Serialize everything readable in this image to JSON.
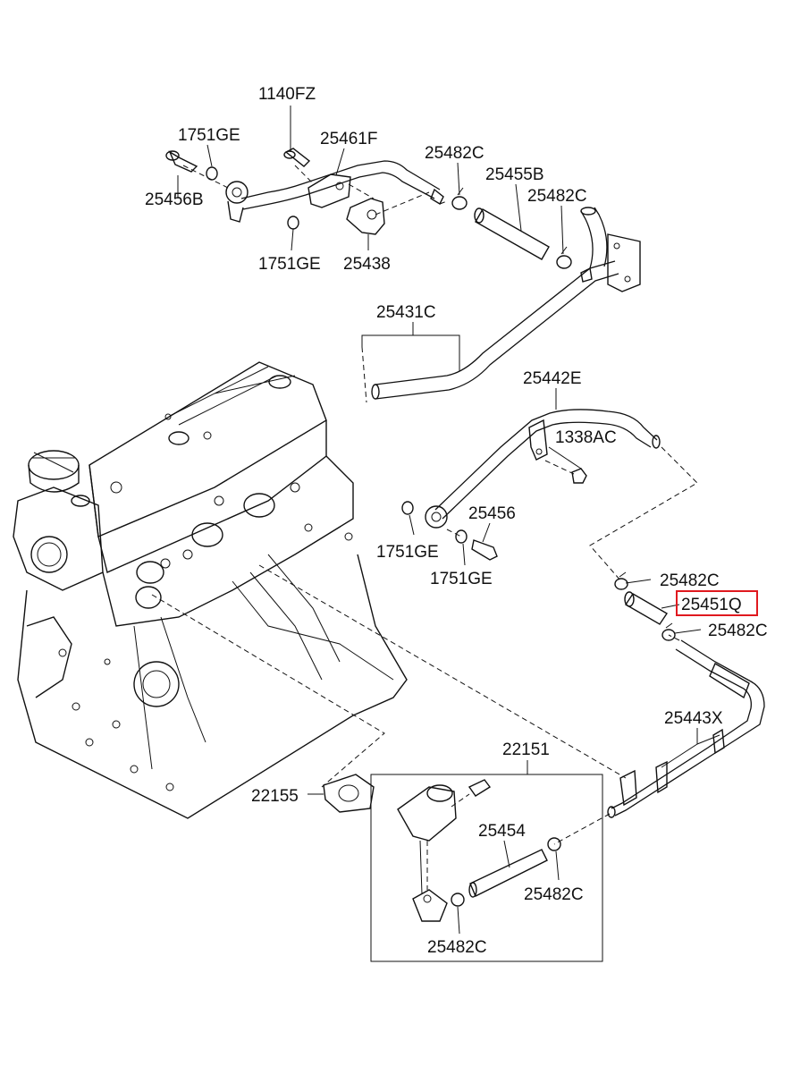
{
  "labels": {
    "p1140FZ": "1140FZ",
    "p1751GE_a": "1751GE",
    "p25461F": "25461F",
    "p25482C_a": "25482C",
    "p25455B": "25455B",
    "p25482C_b": "25482C",
    "p25456B": "25456B",
    "p1751GE_b": "1751GE",
    "p25438": "25438",
    "p25431C": "25431C",
    "p25442E": "25442E",
    "p1338AC": "1338AC",
    "p25456": "25456",
    "p1751GE_c": "1751GE",
    "p1751GE_d": "1751GE",
    "p25482C_c": "25482C",
    "p25451Q": "25451Q",
    "p25482C_d": "25482C",
    "p25443X": "25443X",
    "p22151": "22151",
    "p22155": "22155",
    "p25454": "25454",
    "p25482C_e": "25482C",
    "p25482C_f": "25482C"
  },
  "highlighted_part": "25451Q",
  "colors": {
    "line": "#111111",
    "highlight": "#e0191f",
    "background": "#ffffff"
  }
}
